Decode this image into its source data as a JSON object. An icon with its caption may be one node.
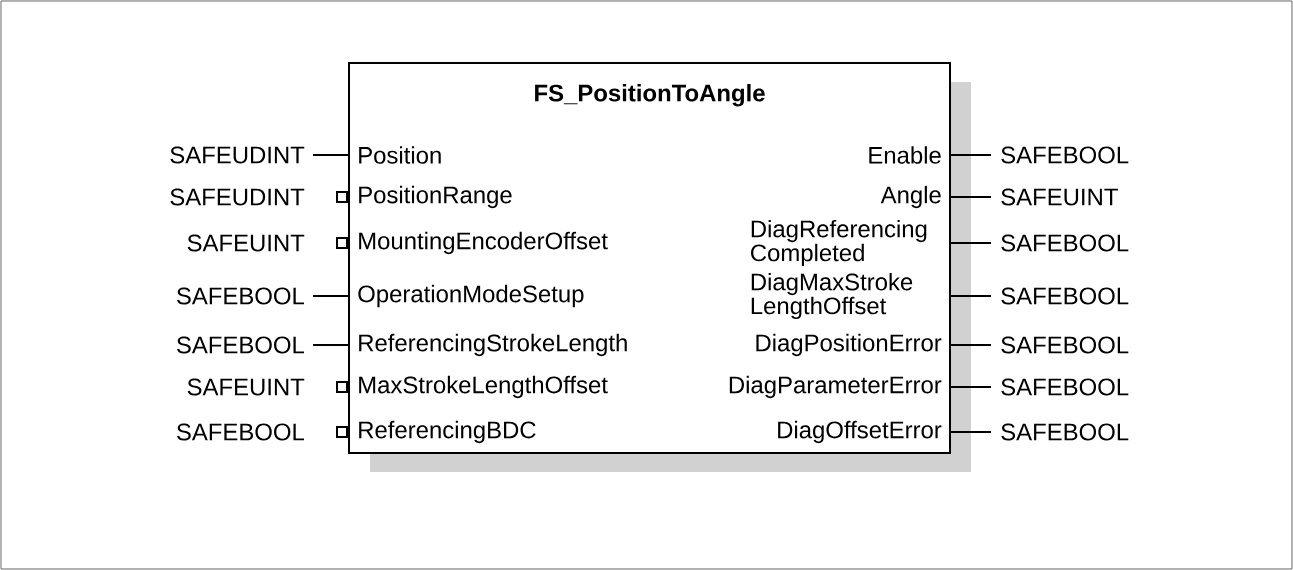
{
  "diagram": {
    "nodes": [
      {
        "text": [
          "FS_PositionToAngle"
        ]
      },
      {
        "text": [
          "Position"
        ],
        "in": 0
      },
      {
        "text": [
          "PositionRange"
        ],
        "in": 0
      },
      {
        "text": [
          "MountingEncoderOffset"
        ],
        "in": 0
      },
      {
        "text": [
          "OperationModeSetup"
        ],
        "in": 0
      },
      {
        "text": [
          "ReferencingStrokeLength"
        ],
        "in": 0
      },
      {
        "text": [
          "MaxStrokeLengthOffset"
        ],
        "in": 0
      },
      {
        "text": [
          "ReferencingBDC"
        ],
        "in": 0
      },
      {
        "text": [
          "Enable"
        ],
        "in": 0
      },
      {
        "text": [
          "Angle"
        ],
        "in": 0
      },
      {
        "text": [
          "DiagReferencing Completed"
        ],
        "in": 0
      },
      {
        "text": [
          "DiagMaxStroke LengthOffset"
        ],
        "in": 0
      },
      {
        "text": [
          "DiagPositionError"
        ],
        "in": 0
      },
      {
        "text": [
          "DiagParameterError"
        ],
        "in": 0
      },
      {
        "text": [
          "DiagOffsetError"
        ],
        "in": 0
      },
      {
        "text": [
          "SAFEUDINT"
        ]
      },
      {
        "text": [
          "SAFEUDINT"
        ]
      },
      {
        "text": [
          "SAFEUINT"
        ]
      },
      {
        "text": [
          "SAFEBOOL"
        ]
      },
      {
        "text": [
          "SAFEBOOL"
        ]
      },
      {
        "text": [
          "SAFEUINT"
        ]
      },
      {
        "text": [
          "SAFEBOOL"
        ]
      },
      {
        "text": [
          "SAFEBOOL"
        ]
      },
      {
        "text": [
          "SAFEUINT"
        ]
      },
      {
        "text": [
          "SAFEBOOL"
        ]
      },
      {
        "text": [
          "SAFEBOOL"
        ]
      },
      {
        "text": [
          "SAFEBOOL"
        ]
      },
      {
        "text": [
          "SAFEBOOL"
        ]
      },
      {
        "text": [
          "SAFEBOOL"
        ]
      }
    ],
    "edges": [
      {
        "from": 15,
        "to": 1,
        "arrow": "none"
      },
      {
        "from": 16,
        "to": 2,
        "arrow": "other"
      },
      {
        "from": 17,
        "to": 3,
        "arrow": "other"
      },
      {
        "from": 18,
        "to": 4,
        "arrow": "none"
      },
      {
        "from": 19,
        "to": 5,
        "arrow": "none"
      },
      {
        "from": 20,
        "to": 6,
        "arrow": "other"
      },
      {
        "from": 21,
        "to": 7,
        "arrow": "other"
      },
      {
        "from": 8,
        "to": 22,
        "arrow": "none"
      },
      {
        "from": 9,
        "to": 23,
        "arrow": "none"
      },
      {
        "from": 10,
        "to": 24,
        "arrow": "none"
      },
      {
        "from": 11,
        "to": 25,
        "arrow": "none"
      },
      {
        "from": 12,
        "to": 26,
        "arrow": "none"
      },
      {
        "from": 13,
        "to": 27,
        "arrow": "none"
      },
      {
        "from": 14,
        "to": 28,
        "arrow": "none"
      }
    ]
  }
}
